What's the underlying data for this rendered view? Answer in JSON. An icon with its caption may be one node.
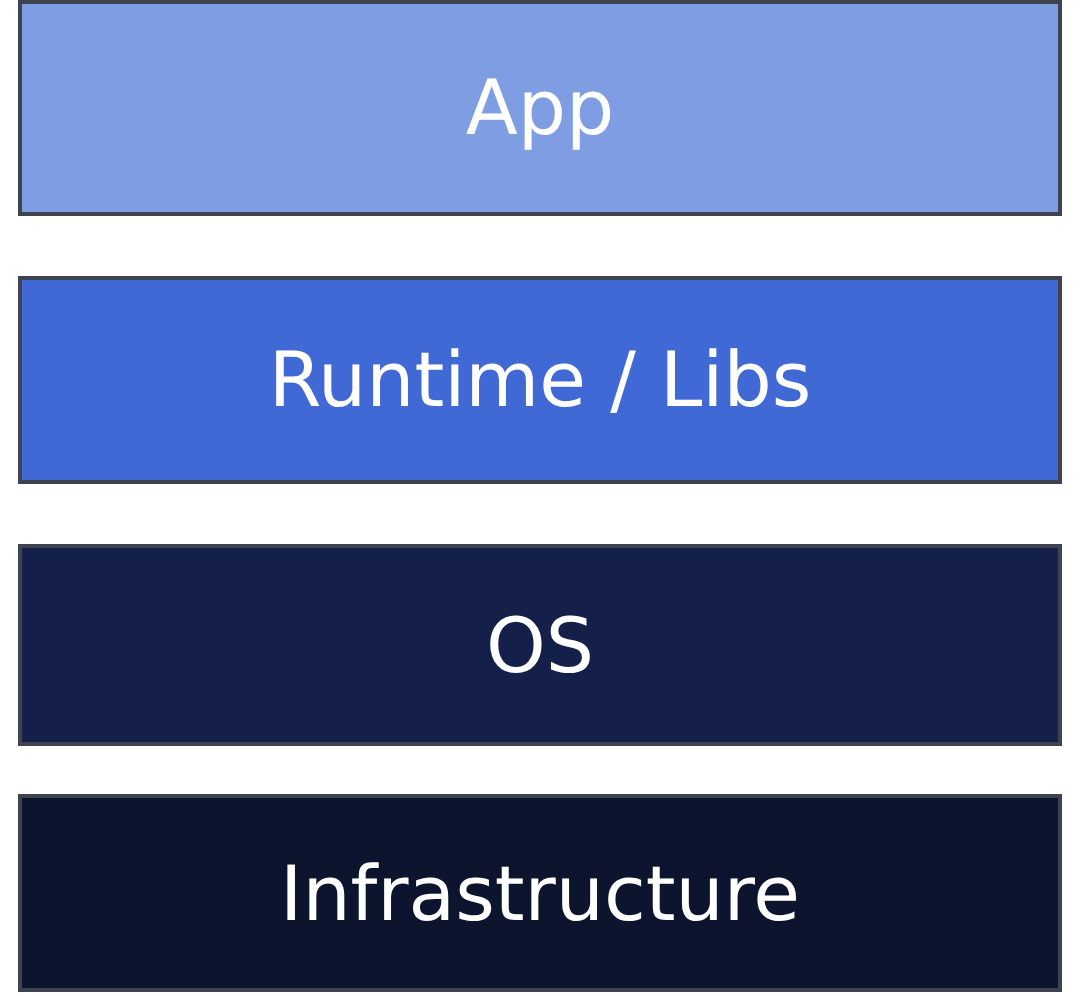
{
  "diagram": {
    "nodes": [
      {
        "text": [
          "App"
        ]
      },
      {
        "text": [
          "Runtime / Libs"
        ]
      },
      {
        "text": [
          "OS"
        ]
      },
      {
        "text": [
          "Infrastructure"
        ]
      }
    ]
  }
}
